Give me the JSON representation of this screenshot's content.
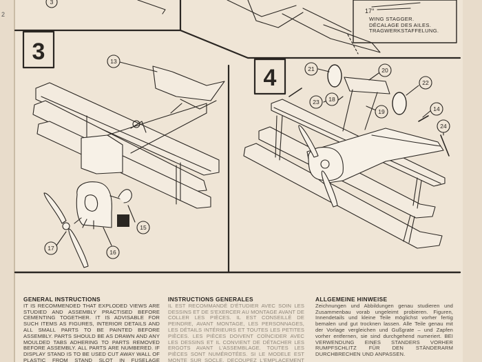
{
  "page_edge_number": "2",
  "steps": {
    "step3": "3",
    "step4": "4"
  },
  "callout": {
    "angle": "17°",
    "line1": "WING STAGGER.",
    "line2": "DÉCALAGE DES AILES.",
    "line3": "TRAGWERKSTAFFELUNG."
  },
  "parts": {
    "p3": "3",
    "p13": "13",
    "p14": "14",
    "p15": "15",
    "p16": "16",
    "p17": "17",
    "p18": "18",
    "p19": "19",
    "p20": "20",
    "p21": "21",
    "p22": "22",
    "p23": "23",
    "p24": "24"
  },
  "instructions": {
    "en_title": "GENERAL INSTRUCTIONS",
    "en_body": "It is recommended that exploded views are studied and assembly practised before cementing together. It is advisable for such items as figures, interior details and all small parts to be painted before assembly. Parts should be as drawn and any moulded tabs adhering to parts removed before assembly. All parts are numbered. IF DISPLAY STAND IS TO BE USED CUT AWAY WALL OF PLASTIC FROM STAND SLOT IN FUSELAGE UNDERSIDE.",
    "fr_title": "INSTRUCTIONS GENERALES",
    "fr_body": "Il est recommandé d'étudier avec soin les dessins et de s'exercer au montage avant de coller les pièces. Il est conseillé de peindre, avant montage, les personnages, les détails intérieurs et toutes les petites pièces. Les pièces doivent coïncider avec les dessins et il convient de détacher les ergots avant l'assemblage. Toutes les pièces sont numérotées. SI LE MODELE EST MONTE SUR SOCLE, DECOUPEZ L'EMPLACEMENT DANS LE FUSELAGE.",
    "de_title": "ALLGEMEINE HINWEISE",
    "de_body": "Zeichnungen und Abbildungen genau studieren und Zusammenbau vorab ungeleimt probieren. Figuren, Innendetails und kleine Teile möglichst vorher fertig bemalen und gut trocknen lassen. Alle Teile genau mit der Vorlage vergleichen und Gußgrate – und Zapfen vorher entfernen, sie sind durchgehend numeriert. BEI VERWENDUNG EINES STANDERS VORHER RUMPFSCHLITZ FÜR DEN STÄNDERARM DURCHBRECHEN UND ANPASSEN."
  }
}
